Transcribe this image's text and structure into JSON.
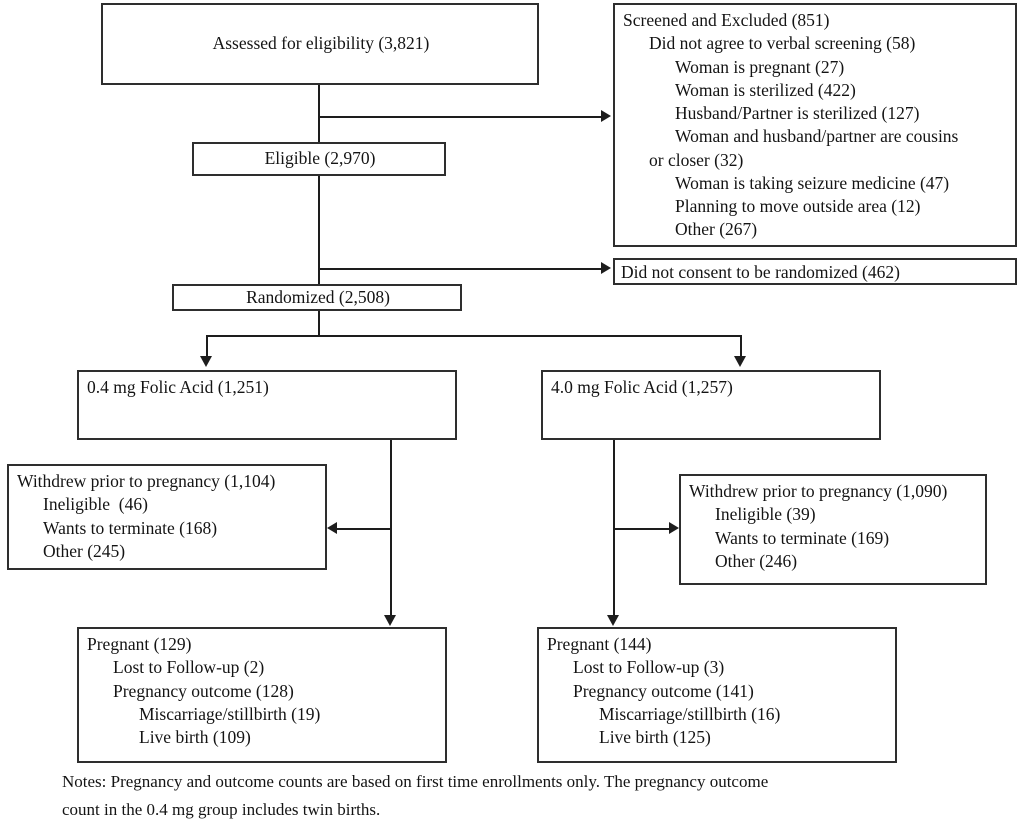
{
  "diagram": {
    "title": "CONSORT participant flow diagram",
    "boxes": {
      "assessed": {
        "lines": [
          {
            "text": "Assessed for eligibility (3,821)",
            "indent": 0
          }
        ]
      },
      "screened_excluded": {
        "lines": [
          {
            "text": "Screened and Excluded (851)",
            "indent": 0
          },
          {
            "text": "Did not agree to verbal screening (58)",
            "indent": 1
          },
          {
            "text": "Woman is pregnant (27)",
            "indent": 2
          },
          {
            "text": "Woman is sterilized (422)",
            "indent": 2
          },
          {
            "text": "Husband/Partner is sterilized (127)",
            "indent": 2
          },
          {
            "text": "Woman and husband/partner are cousins",
            "indent": 2
          },
          {
            "text": "or closer (32)",
            "indent": 1
          },
          {
            "text": "Woman is taking seizure medicine (47)",
            "indent": 2
          },
          {
            "text": "Planning to move outside area (12)",
            "indent": 2
          },
          {
            "text": "Other (267)",
            "indent": 2
          }
        ]
      },
      "eligible": {
        "lines": [
          {
            "text": "Eligible (2,970)",
            "indent": 0
          }
        ]
      },
      "not_consent": {
        "lines": [
          {
            "text": "Did not consent to be randomized (462)",
            "indent": 0
          }
        ]
      },
      "randomized": {
        "lines": [
          {
            "text": "Randomized (2,508)",
            "indent": 0
          }
        ]
      },
      "arm_low": {
        "lines": [
          {
            "text": "0.4 mg Folic Acid (1,251)",
            "indent": 0
          }
        ]
      },
      "arm_high": {
        "lines": [
          {
            "text": "4.0 mg Folic Acid (1,257)",
            "indent": 0
          }
        ]
      },
      "withdrew_low": {
        "lines": [
          {
            "text": "Withdrew prior to pregnancy (1,104)",
            "indent": 0
          },
          {
            "text": "Ineligible  (46)",
            "indent": 1
          },
          {
            "text": "Wants to terminate (168)",
            "indent": 1
          },
          {
            "text": "Other (245)",
            "indent": 1
          }
        ]
      },
      "withdrew_high": {
        "lines": [
          {
            "text": "Withdrew prior to pregnancy (1,090)",
            "indent": 0
          },
          {
            "text": "Ineligible (39)",
            "indent": 1
          },
          {
            "text": "Wants to terminate (169)",
            "indent": 1
          },
          {
            "text": "Other (246)",
            "indent": 1
          }
        ]
      },
      "pregnant_low": {
        "lines": [
          {
            "text": "Pregnant (129)",
            "indent": 0
          },
          {
            "text": "Lost to Follow-up (2)",
            "indent": 1
          },
          {
            "text": "Pregnancy outcome (128)",
            "indent": 1
          },
          {
            "text": "Miscarriage/stillbirth (19)",
            "indent": 2
          },
          {
            "text": "Live birth (109)",
            "indent": 2
          }
        ]
      },
      "pregnant_high": {
        "lines": [
          {
            "text": "Pregnant (144)",
            "indent": 0
          },
          {
            "text": "Lost to Follow-up (3)",
            "indent": 1
          },
          {
            "text": "Pregnancy outcome (141)",
            "indent": 1
          },
          {
            "text": "Miscarriage/stillbirth (16)",
            "indent": 2
          },
          {
            "text": "Live birth (125)",
            "indent": 2
          }
        ]
      }
    },
    "notes": {
      "line1": "Notes: Pregnancy and outcome counts are based on first time enrollments only. The pregnancy outcome",
      "line2": "count in the 0.4 mg group includes twin births."
    },
    "colors": {
      "box_border": "#2e2e2e",
      "connector": "#1d1d1d",
      "text": "#141414",
      "background": "#ffffff"
    }
  }
}
